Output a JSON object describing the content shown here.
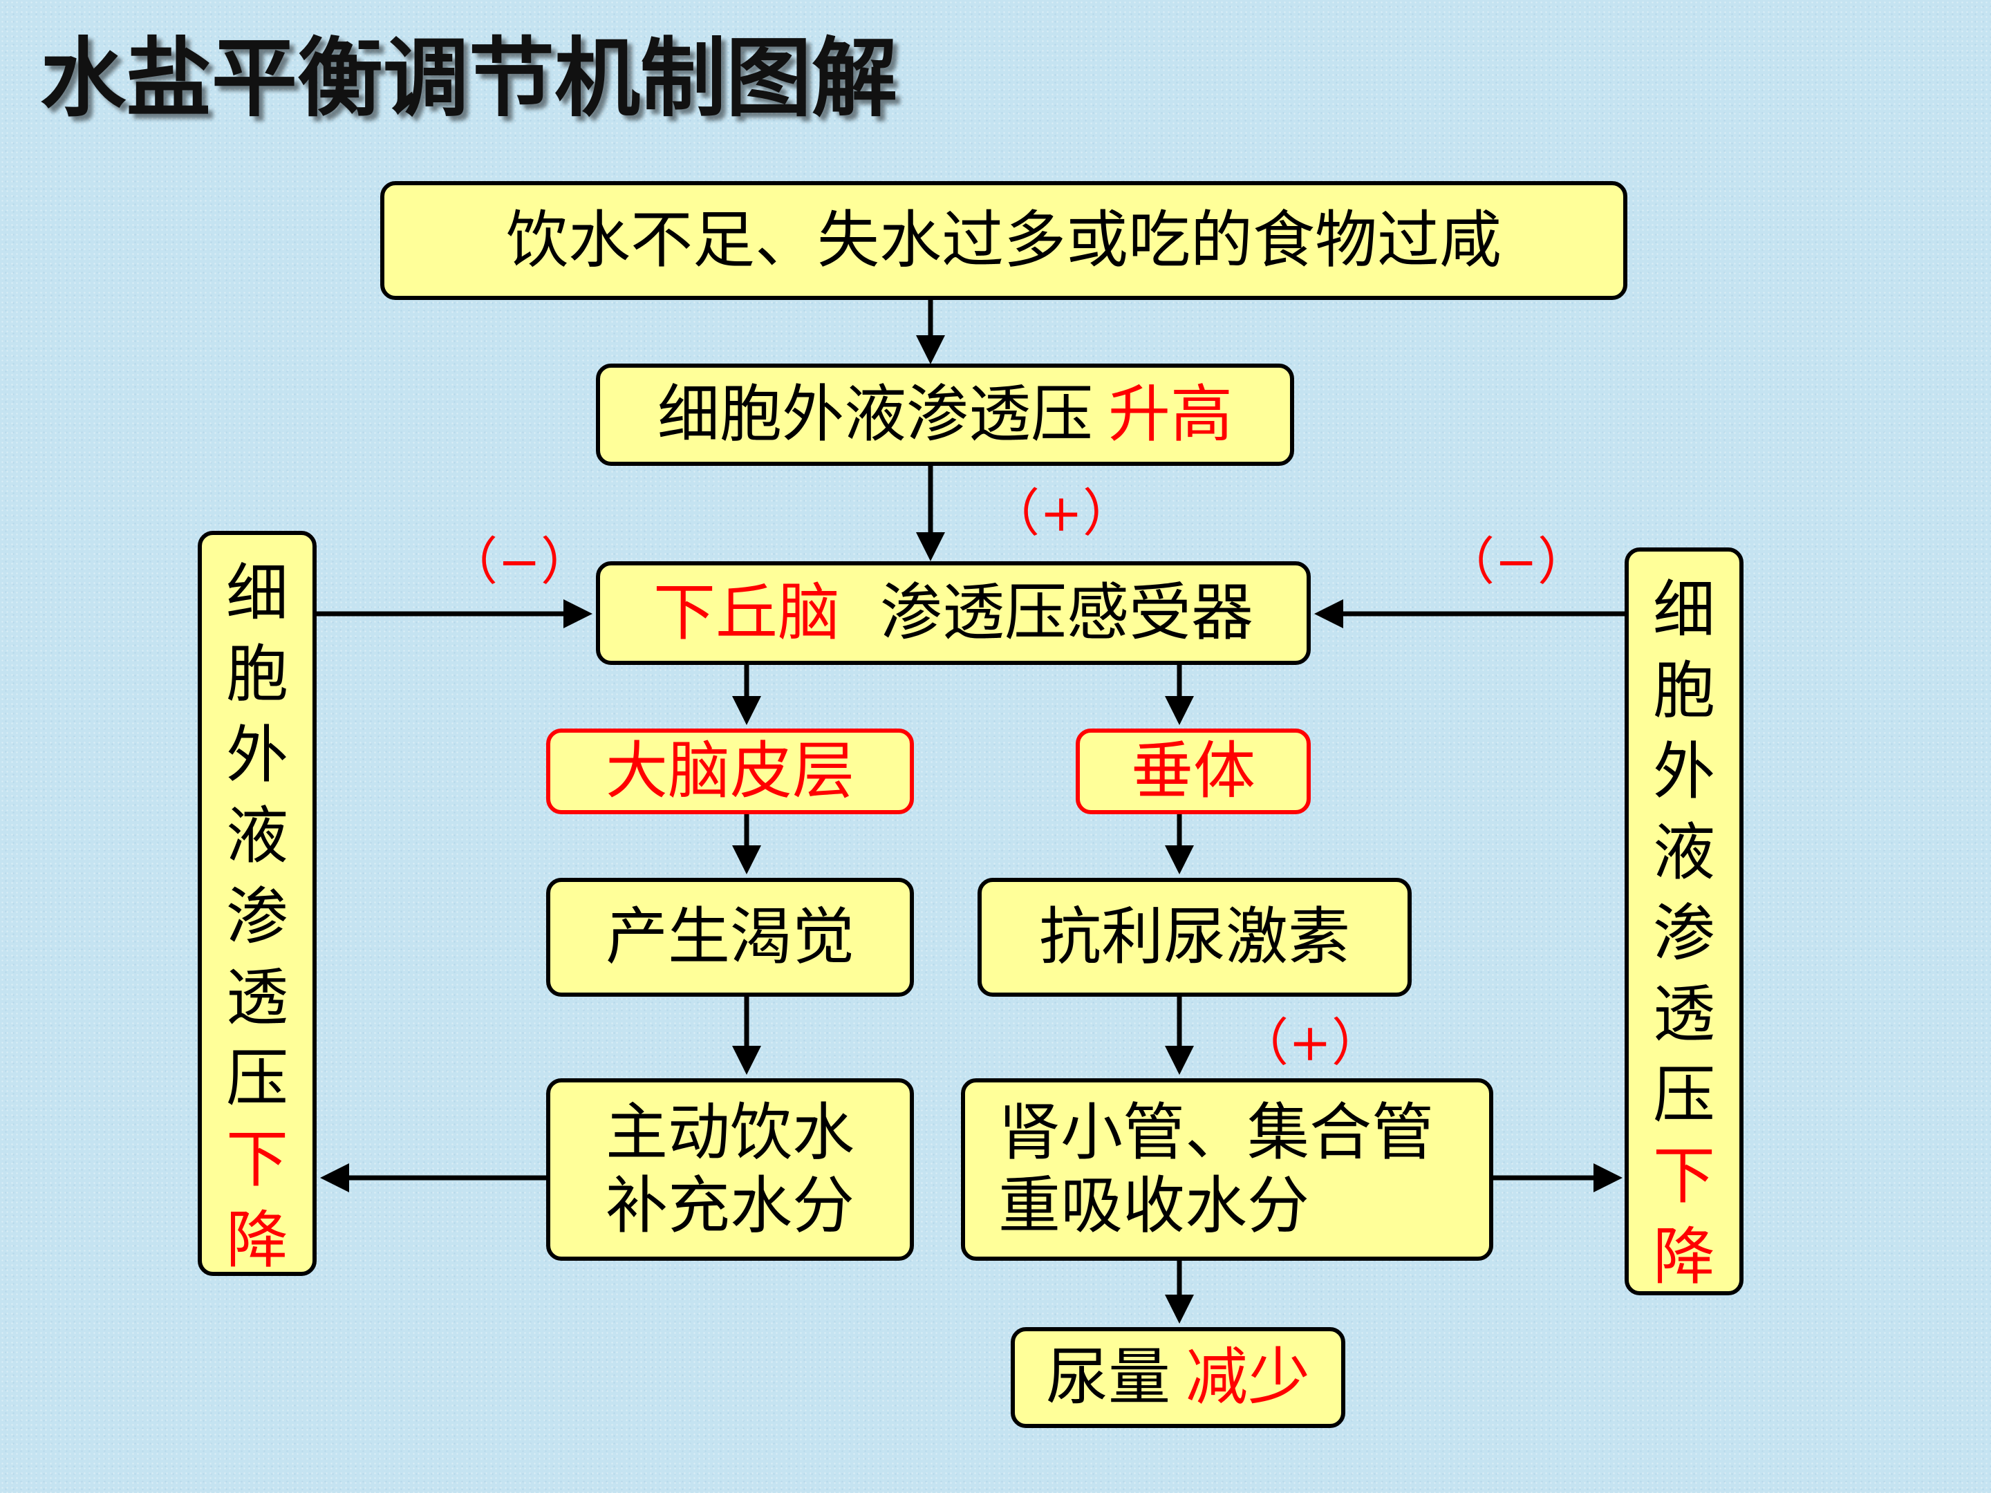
{
  "title": "水盐平衡调节机制图解",
  "nodes": {
    "cause": "饮水不足、失水过多或吃的食物过咸",
    "osmotic_rise": {
      "text": "细胞外液渗透压",
      "highlight": "升高"
    },
    "hypothalamus": {
      "highlight": "下丘脑",
      "text": "渗透压感受器"
    },
    "cortex": "大脑皮层",
    "pituitary": "垂体",
    "thirst": "产生渴觉",
    "adh": "抗利尿激素",
    "drink": {
      "line1": "主动饮水",
      "line2": "补充水分"
    },
    "kidney": {
      "line1": "肾小管、集合管",
      "line2": "重吸收水分"
    },
    "urine": {
      "text": "尿量",
      "highlight": "减少"
    }
  },
  "side_left": {
    "chars": [
      "细",
      "胞",
      "外",
      "液",
      "渗",
      "透",
      "压"
    ],
    "red_chars": [
      "下",
      "降"
    ]
  },
  "side_right": {
    "chars": [
      "细",
      "胞",
      "外",
      "液",
      "渗",
      "透",
      "压"
    ],
    "red_chars": [
      "下",
      "降"
    ]
  },
  "signs": {
    "plus_top": "（+）",
    "minus_left": "（−）",
    "minus_right": "（−）",
    "plus_kidney": "（+）"
  },
  "colors": {
    "box_fill": "#ffff99",
    "highlight": "#ff0000",
    "background": "#c5e3f1"
  }
}
